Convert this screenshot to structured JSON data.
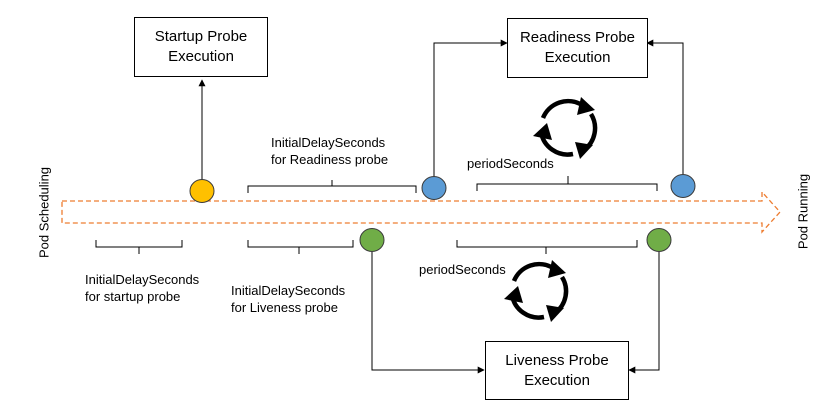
{
  "timeline": {
    "start_label": "Pod Scheduling",
    "end_label": "Pod Running"
  },
  "boxes": {
    "startup": {
      "line1": "Startup Probe",
      "line2": "Execution"
    },
    "readiness": {
      "line1": "Readiness Probe",
      "line2": "Execution"
    },
    "liveness": {
      "line1": "Liveness Probe",
      "line2": "Execution"
    }
  },
  "labels": {
    "startup_delay": {
      "line1": "InitialDelaySeconds",
      "line2": "for startup probe"
    },
    "readiness_delay": {
      "line1": "InitialDelaySeconds",
      "line2": "for Readiness probe"
    },
    "liveness_delay": {
      "line1": "InitialDelaySeconds",
      "line2": "for Liveness probe"
    },
    "readiness_period": "periodSeconds",
    "liveness_period": "periodSeconds"
  },
  "colors": {
    "startup_marker": "#FFC000",
    "readiness_marker": "#5B9BD5",
    "liveness_marker": "#70AD47",
    "timeline_arrow": "#ED7D31"
  },
  "icons": {
    "cycle": "cycle-arrows-icon"
  }
}
